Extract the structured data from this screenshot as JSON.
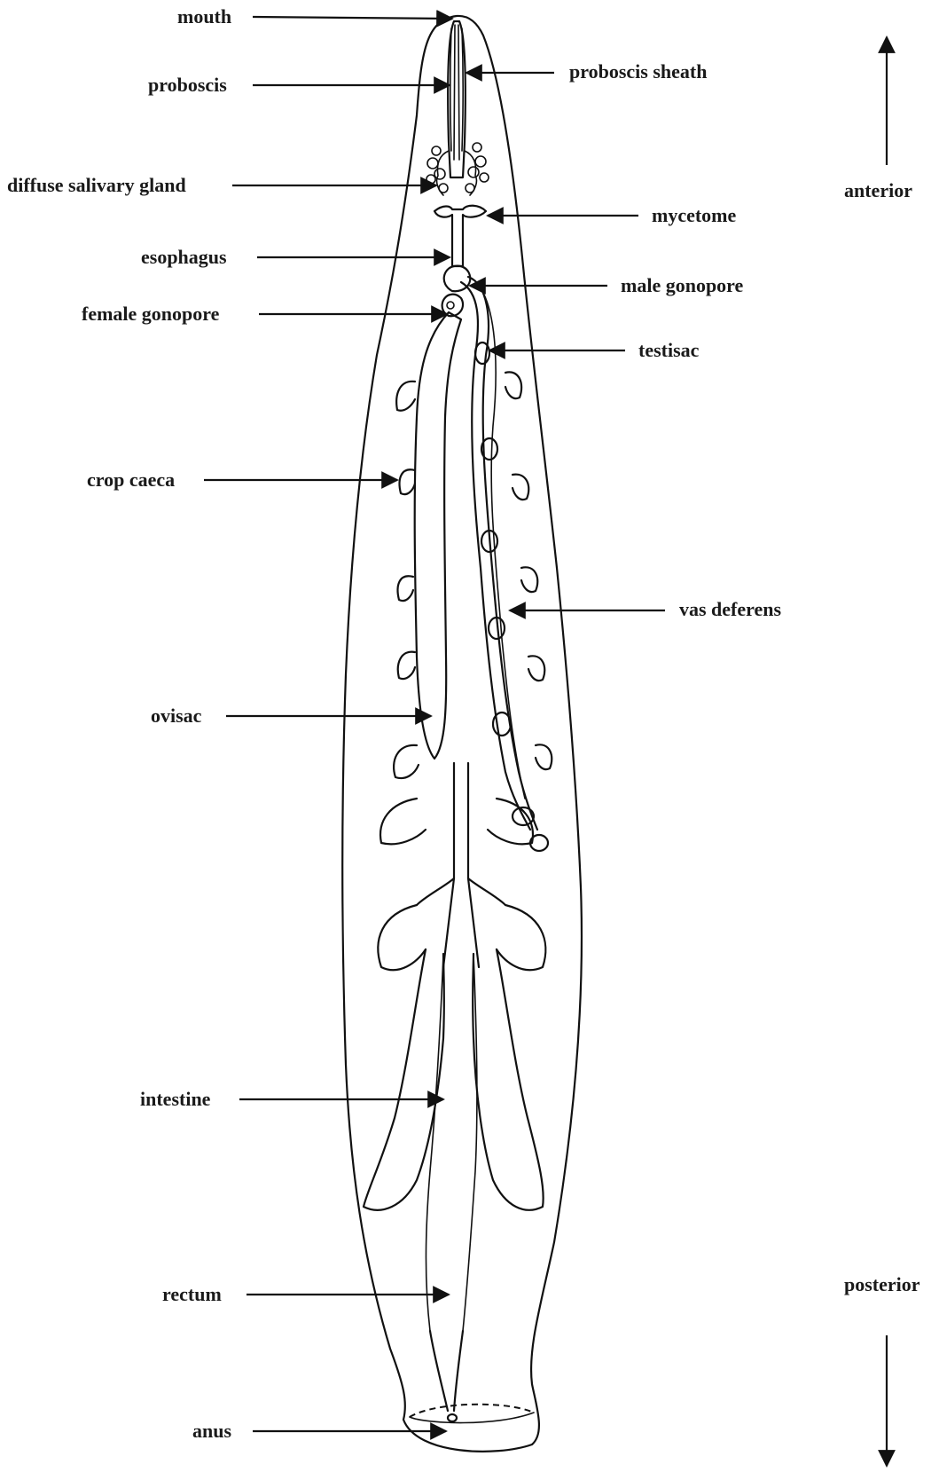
{
  "labels": {
    "mouth": "mouth",
    "proboscis": "proboscis",
    "proboscis_sheath": "proboscis sheath",
    "diffuse_salivary_gland": "diffuse salivary gland",
    "mycetome": "mycetome",
    "esophagus": "esophagus",
    "male_gonopore": "male gonopore",
    "female_gonopore": "female gonopore",
    "testisac": "testisac",
    "crop_caeca": "crop caeca",
    "vas_deferens": "vas deferens",
    "ovisac": "ovisac",
    "intestine": "intestine",
    "rectum": "rectum",
    "anus": "anus"
  },
  "orientation": {
    "anterior": "anterior",
    "posterior": "posterior"
  }
}
